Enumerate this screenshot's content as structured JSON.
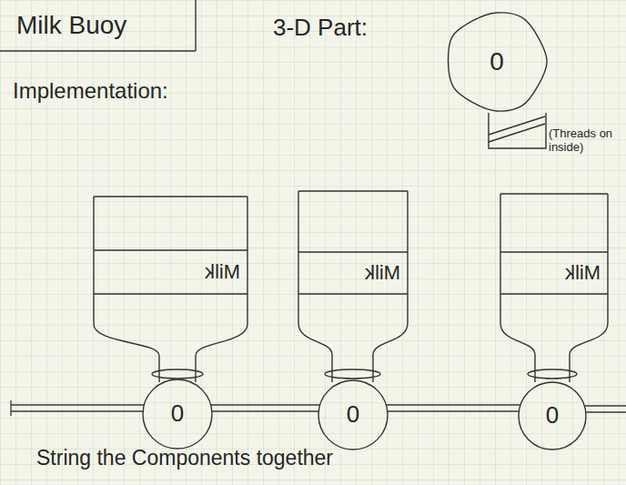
{
  "diagram": {
    "title": "Milk Buoy",
    "caption": "String the Components together",
    "nodes": [
      {
        "text": [
          "0"
        ]
      },
      {
        "text": [
          "Milk"
        ]
      },
      {
        "text": [
          "0"
        ]
      },
      {
        "text": [
          "Milk"
        ]
      },
      {
        "text": [
          "0"
        ]
      },
      {
        "text": [
          "Milk"
        ]
      },
      {
        "text": [
          "0"
        ]
      }
    ],
    "edges": [
      {
        "from": 2,
        "to": 4,
        "arrow": "none"
      },
      {
        "from": 4,
        "to": 6,
        "arrow": "none"
      }
    ],
    "labels": [
      "3-D Part:",
      "(Threads on inside)",
      "Implementation:"
    ]
  }
}
